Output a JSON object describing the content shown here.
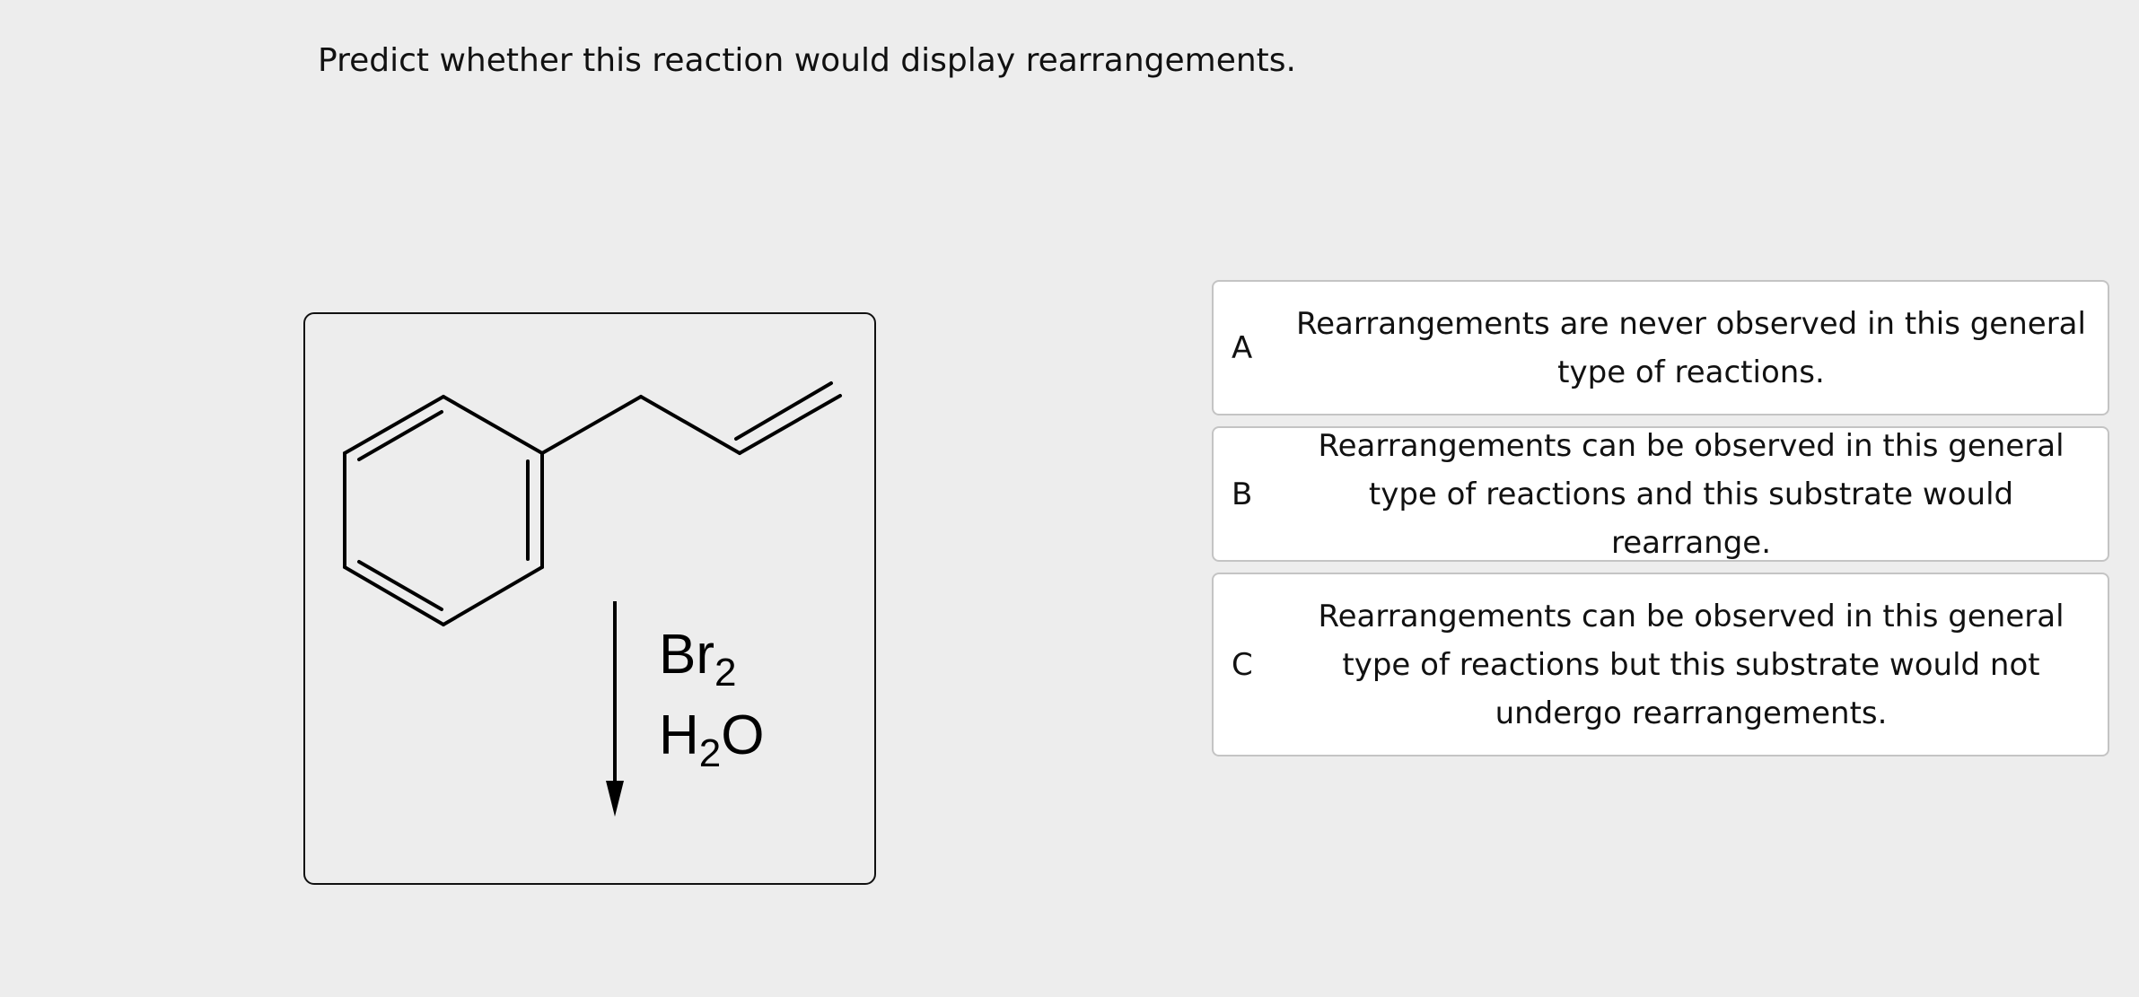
{
  "question": {
    "text": "Predict whether this reaction would display rearrangements."
  },
  "reaction": {
    "reagent_1": {
      "base": "Br",
      "subscript": "2"
    },
    "reagent_2": {
      "base_1": "H",
      "subscript": "2",
      "base_2": "O"
    }
  },
  "options": [
    {
      "letter": "A",
      "text": "Rearrangements are never observed in this general type of reactions."
    },
    {
      "letter": "B",
      "text": "Rearrangements can be observed in this general type of reactions and this substrate would rearrange."
    },
    {
      "letter": "C",
      "text": "Rearrangements can be observed in this general type of reactions but this substrate would not undergo rearrangements."
    }
  ]
}
